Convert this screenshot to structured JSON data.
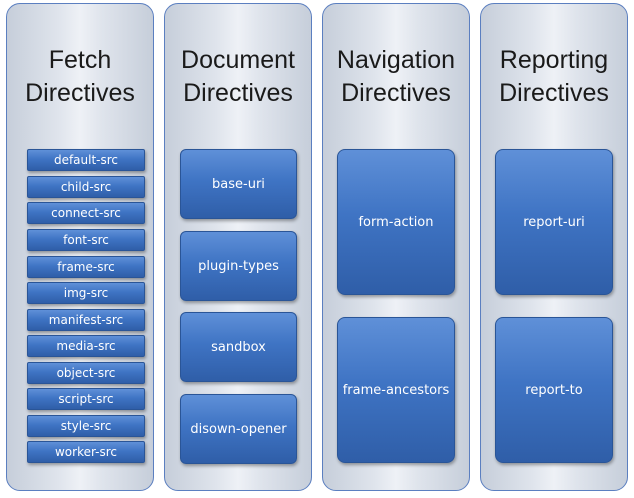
{
  "columns": [
    {
      "title_lines": [
        "Fetch",
        "Directives"
      ],
      "items": [
        "default-src",
        "child-src",
        "connect-src",
        "font-src",
        "frame-src",
        "img-src",
        "manifest-src",
        "media-src",
        "object-src",
        "script-src",
        "style-src",
        "worker-src"
      ]
    },
    {
      "title_lines": [
        "Document",
        "Directives"
      ],
      "items": [
        "base-uri",
        "plugin-types",
        "sandbox",
        "disown-opener"
      ]
    },
    {
      "title_lines": [
        "Navigation",
        "Directives"
      ],
      "items": [
        "form-action",
        "frame-ancestors"
      ]
    },
    {
      "title_lines": [
        "Reporting",
        "Directives"
      ],
      "items": [
        "report-uri",
        "report-to"
      ]
    }
  ],
  "colors": {
    "column_border": "#5b7fc0",
    "item_fill": "#3f74c4",
    "item_text": "#ffffff",
    "title_text": "#1a1a1a"
  }
}
